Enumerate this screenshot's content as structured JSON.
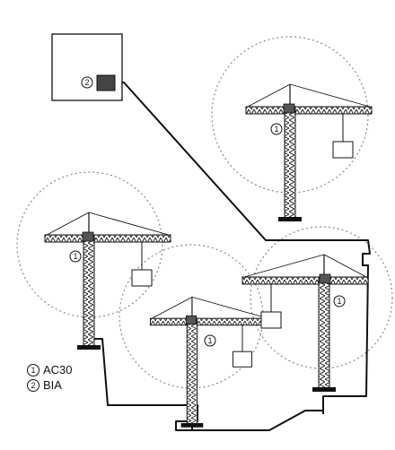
{
  "legend": [
    {
      "number": "1",
      "label": "AC30"
    },
    {
      "number": "2",
      "label": "BIA"
    }
  ],
  "markers": {
    "crane": "1",
    "controller": "2"
  },
  "cranes": [
    {
      "name": "crane-top-right"
    },
    {
      "name": "crane-left"
    },
    {
      "name": "crane-center"
    },
    {
      "name": "crane-right"
    }
  ],
  "colors": {
    "line": "#111111",
    "dotted": "#888888"
  }
}
